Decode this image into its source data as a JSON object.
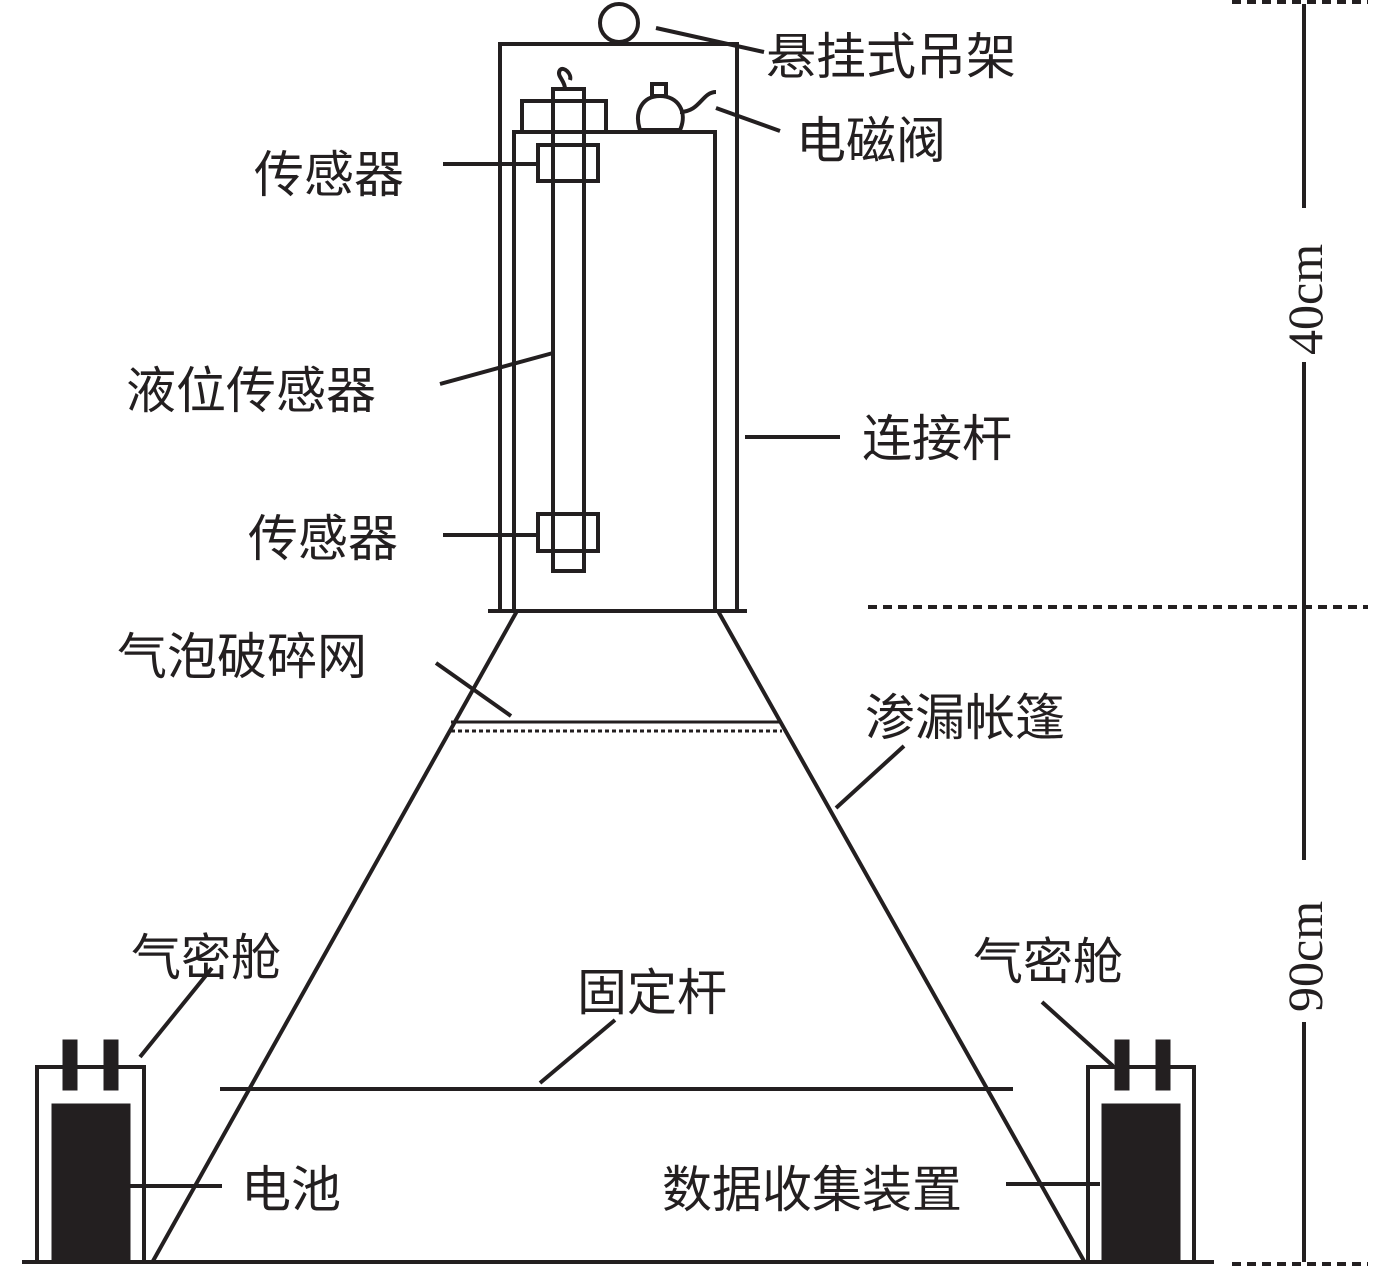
{
  "labels": {
    "hanger": "悬挂式吊架",
    "solenoid_valve": "电磁阀",
    "sensor_top": "传感器",
    "level_sensor": "液位传感器",
    "connecting_rod": "连接杆",
    "sensor_bottom": "传感器",
    "bubble_mesh": "气泡破碎网",
    "seepage_tent": "渗漏帐篷",
    "airtight_left": "气密舱",
    "airtight_right": "气密舱",
    "fixing_rod": "固定杆",
    "battery": "电池",
    "data_collector": "数据收集装置"
  },
  "dimensions": {
    "upper": "40cm",
    "lower": "90cm"
  },
  "colors": {
    "line": "#231f20",
    "background": "#ffffff"
  }
}
